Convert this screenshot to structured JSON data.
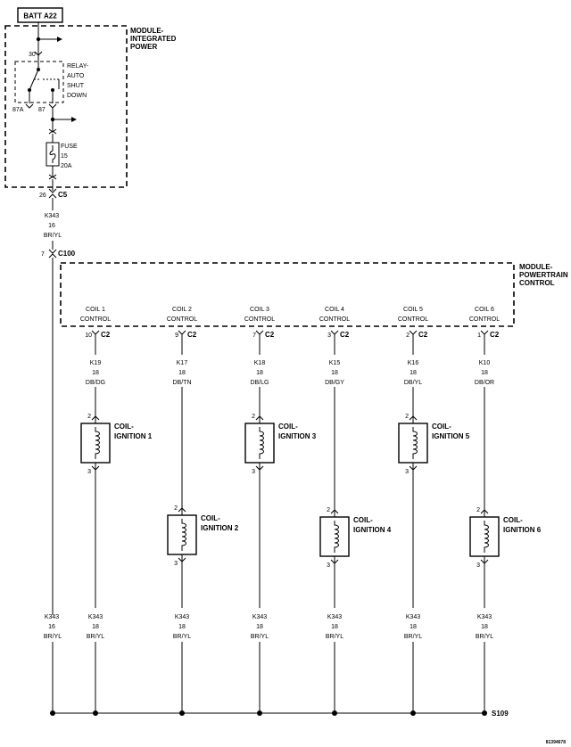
{
  "battery": {
    "label": "BATT A22"
  },
  "power_module": {
    "label_lines": [
      "MODULE-",
      "INTEGRATED",
      "POWER"
    ]
  },
  "relay": {
    "label_lines": [
      "RELAY-",
      "AUTO",
      "SHUT",
      "DOWN"
    ],
    "pin_30": "30",
    "pin_87a": "87A",
    "pin_87": "87"
  },
  "fuse": {
    "label_lines": [
      "FUSE",
      "15",
      "20A"
    ]
  },
  "connector_c5": {
    "pin": "26",
    "name": "C5"
  },
  "feed_wire": {
    "lines": [
      "K343",
      "16",
      "BR/YL"
    ]
  },
  "connector_c100": {
    "pin": "7",
    "name": "C100"
  },
  "pcm": {
    "label_lines": [
      "MODULE-",
      "POWERTRAIN",
      "CONTROL"
    ]
  },
  "coil_circuits": [
    {
      "control_lines": [
        "COIL 1",
        "CONTROL"
      ],
      "c2_pin": "10",
      "wire_lines": [
        "K19",
        "18",
        "DB/DG"
      ],
      "coil_lines": [
        "COIL-",
        "IGNITION 1"
      ],
      "pin_top": "2",
      "pin_bottom": "3",
      "return_lines": [
        "K343",
        "18",
        "BR/YL"
      ]
    },
    {
      "control_lines": [
        "COIL 2",
        "CONTROL"
      ],
      "c2_pin": "9",
      "wire_lines": [
        "K17",
        "18",
        "DB/TN"
      ],
      "coil_lines": [
        "COIL-",
        "IGNITION 2"
      ],
      "pin_top": "2",
      "pin_bottom": "3",
      "return_lines": [
        "K343",
        "18",
        "BR/YL"
      ]
    },
    {
      "control_lines": [
        "COIL 3",
        "CONTROL"
      ],
      "c2_pin": "7",
      "wire_lines": [
        "K18",
        "18",
        "DB/LG"
      ],
      "coil_lines": [
        "COIL-",
        "IGNITION 3"
      ],
      "pin_top": "2",
      "pin_bottom": "3",
      "return_lines": [
        "K343",
        "18",
        "BR/YL"
      ]
    },
    {
      "control_lines": [
        "COIL 4",
        "CONTROL"
      ],
      "c2_pin": "3",
      "wire_lines": [
        "K15",
        "18",
        "DB/GY"
      ],
      "coil_lines": [
        "COIL-",
        "IGNITION 4"
      ],
      "pin_top": "2",
      "pin_bottom": "3",
      "return_lines": [
        "K343",
        "18",
        "BR/YL"
      ]
    },
    {
      "control_lines": [
        "COIL 5",
        "CONTROL"
      ],
      "c2_pin": "2",
      "wire_lines": [
        "K16",
        "18",
        "DB/YL"
      ],
      "coil_lines": [
        "COIL-",
        "IGNITION 5"
      ],
      "pin_top": "2",
      "pin_bottom": "3",
      "return_lines": [
        "K343",
        "18",
        "BR/YL"
      ]
    },
    {
      "control_lines": [
        "COIL 6",
        "CONTROL"
      ],
      "c2_pin": "1",
      "wire_lines": [
        "K10",
        "18",
        "DB/OR"
      ],
      "coil_lines": [
        "COIL-",
        "IGNITION 6"
      ],
      "pin_top": "2",
      "pin_bottom": "3",
      "return_lines": [
        "K343",
        "18",
        "BR/YL"
      ]
    }
  ],
  "connector_c2": {
    "name": "C2"
  },
  "main_return": {
    "lines": [
      "K343",
      "16",
      "BR/YL"
    ]
  },
  "splice": {
    "name": "S109"
  },
  "figure_id": "81394678"
}
